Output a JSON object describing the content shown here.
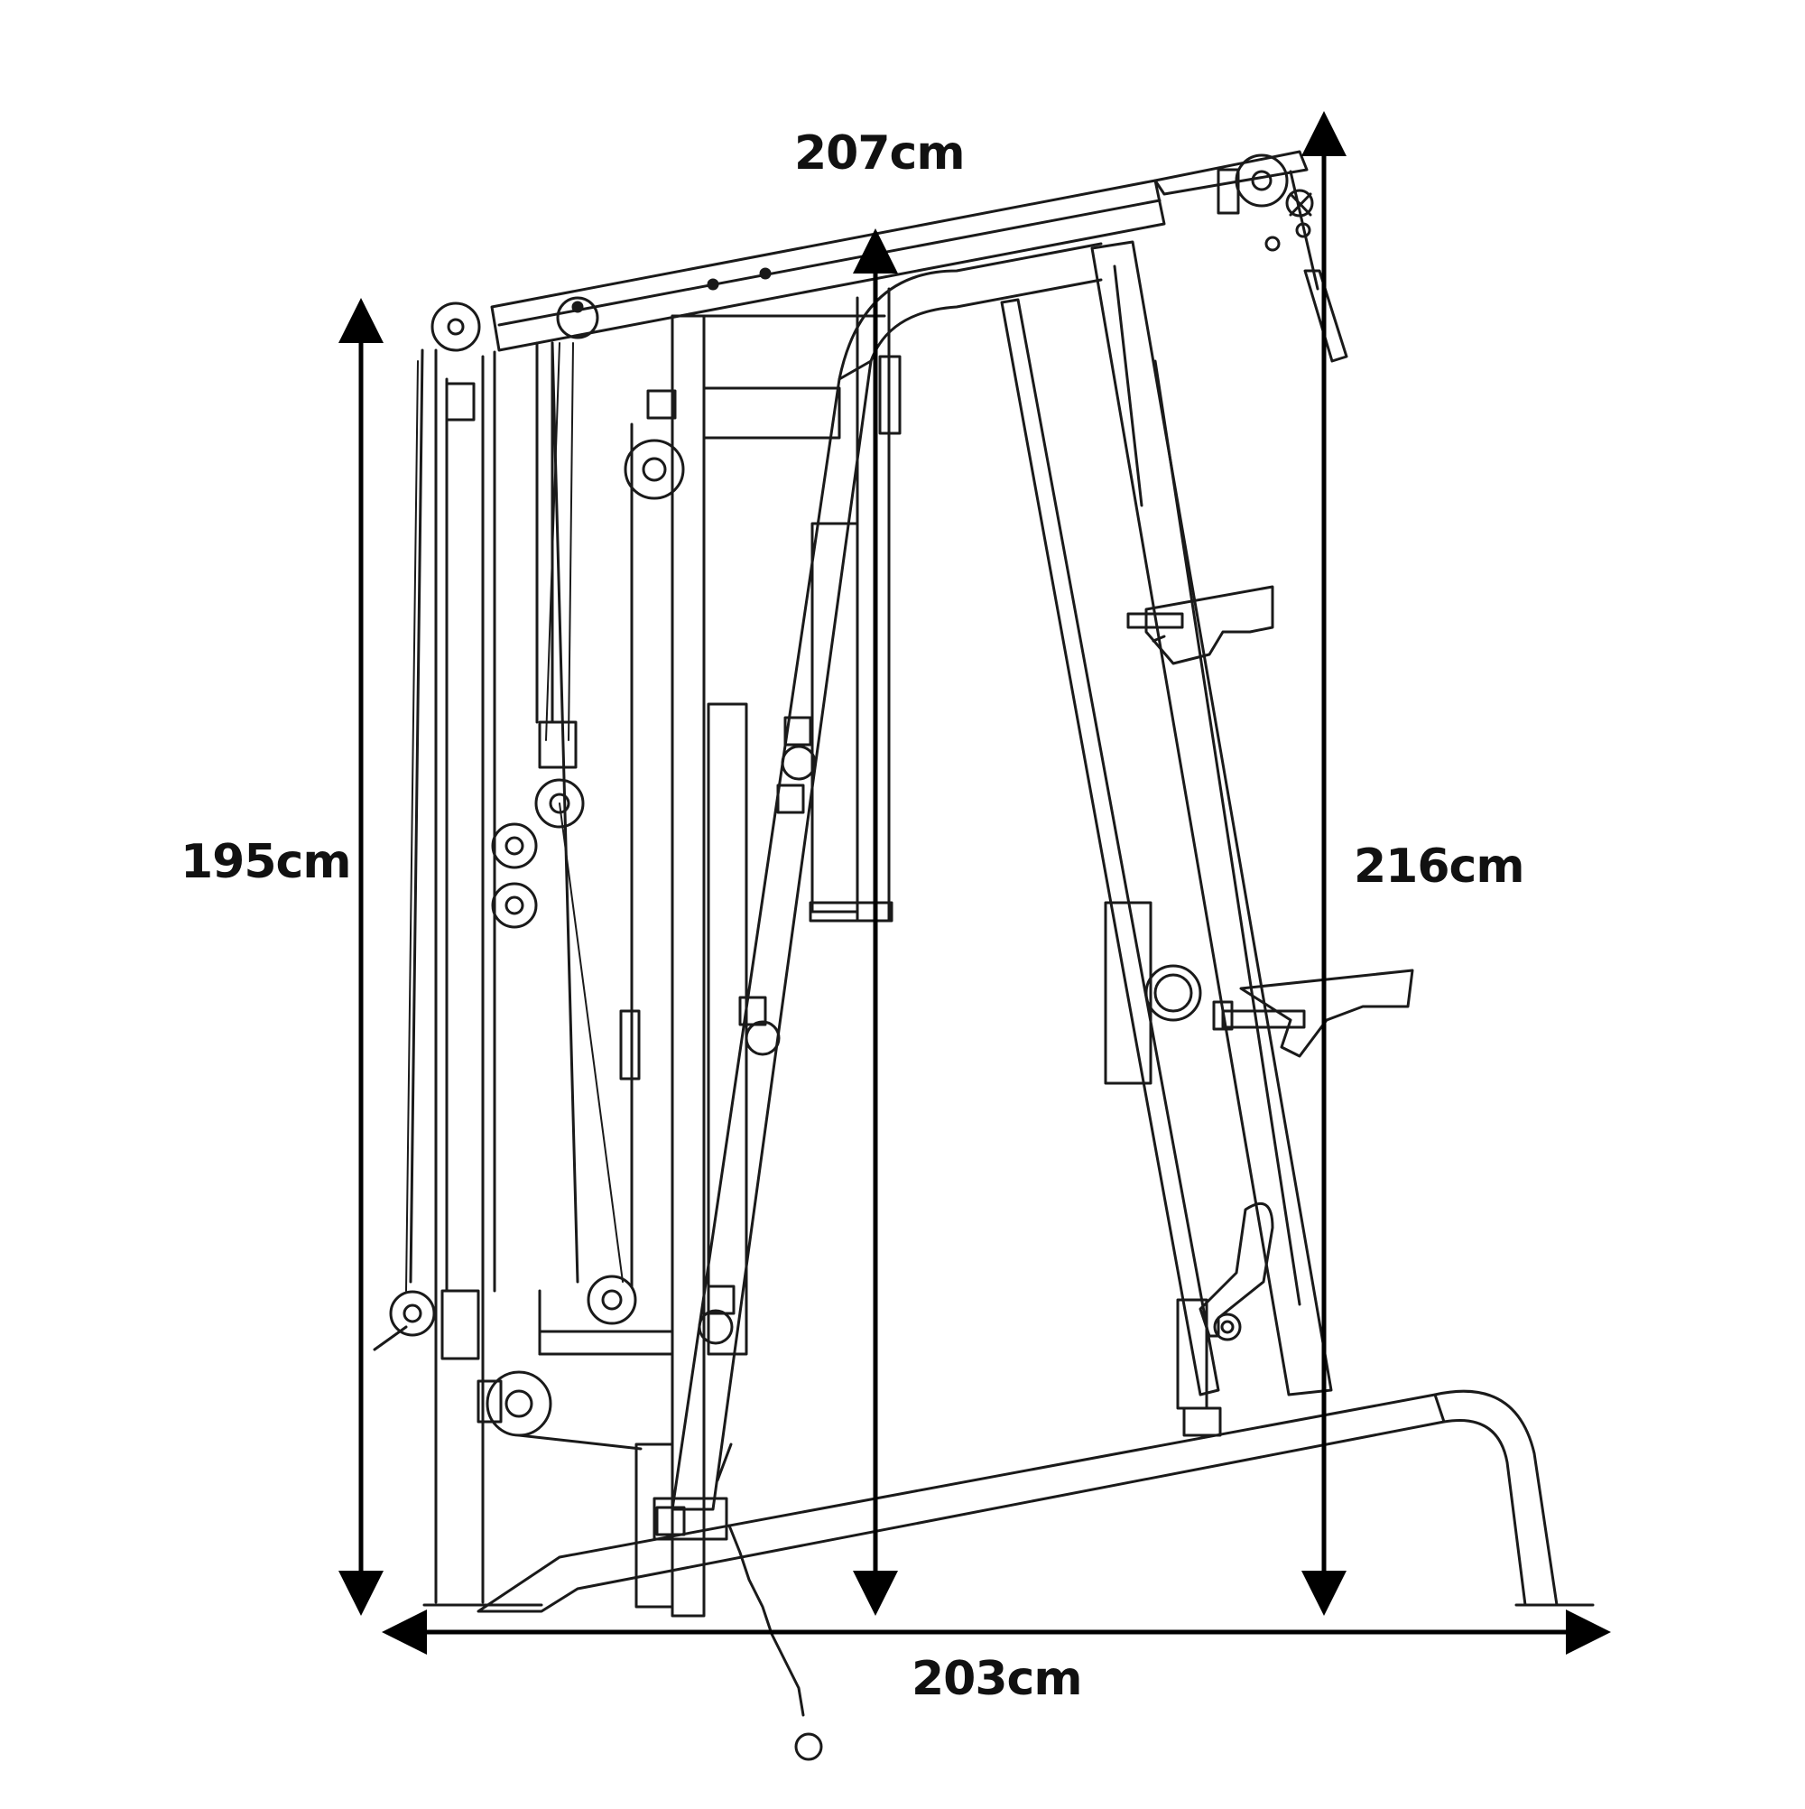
{
  "dimensions": {
    "top_span": "207cm",
    "left_height": "195cm",
    "right_height": "216cm",
    "base_width": "203cm"
  },
  "colors": {
    "line": "#1a1a1a",
    "arrow": "#000000",
    "background": "#ffffff"
  }
}
